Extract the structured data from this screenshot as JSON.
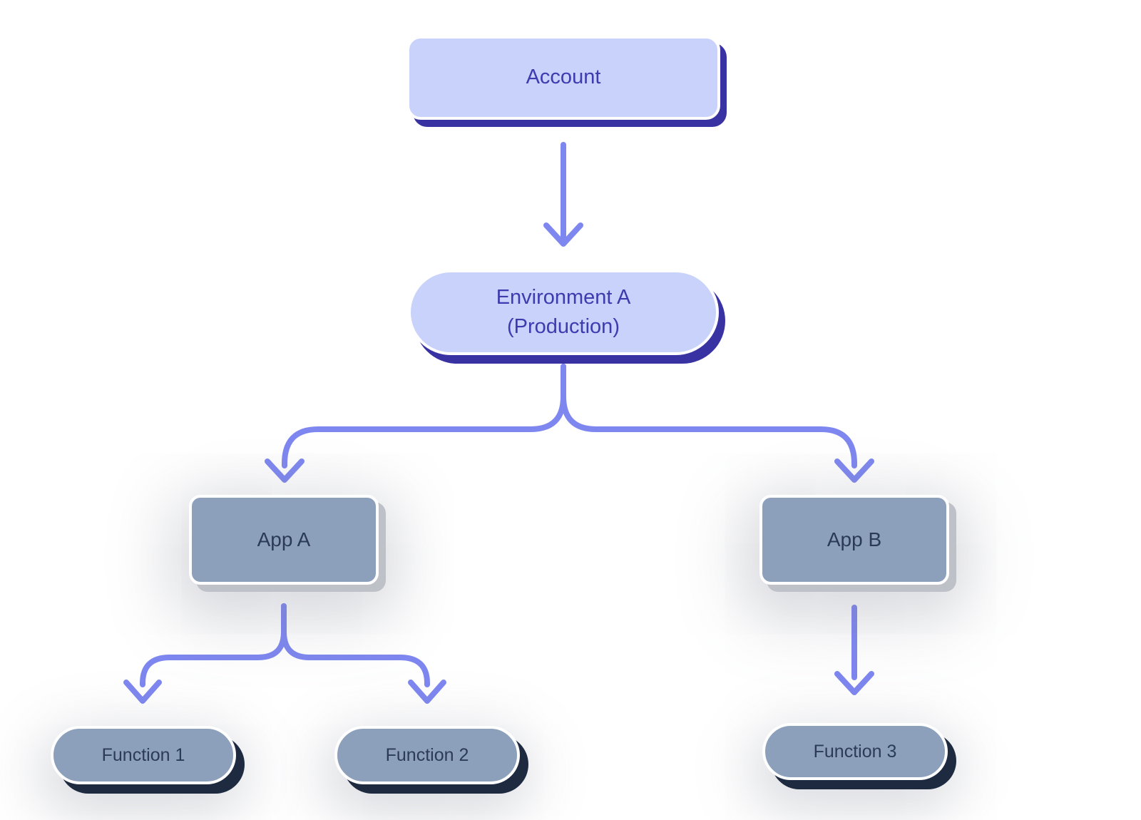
{
  "diagram": {
    "description": "Account environment hierarchy diagram"
  },
  "nodes": {
    "account": {
      "label": "Account"
    },
    "environment": {
      "line1": "Environment A",
      "line2": "(Production)"
    },
    "app_a": {
      "label": "App A"
    },
    "app_b": {
      "label": "App B"
    },
    "function_1": {
      "label": "Function 1"
    },
    "function_2": {
      "label": "Function 2"
    },
    "function_3": {
      "label": "Function 3"
    }
  },
  "edges": [
    {
      "from": "account",
      "to": "environment"
    },
    {
      "from": "environment",
      "to": "app_a"
    },
    {
      "from": "environment",
      "to": "app_b"
    },
    {
      "from": "app_a",
      "to": "function_1"
    },
    {
      "from": "app_a",
      "to": "function_2"
    },
    {
      "from": "app_b",
      "to": "function_3"
    }
  ],
  "colors": {
    "canvas-bg": "#ffffff",
    "primary-fill": "#c8d2fa",
    "primary-shadow": "#3832a2",
    "primary-text": "#3c3bb0",
    "secondary-fill": "#8da0bb",
    "secondary-text": "#2b3b56",
    "secondary-rect-shadow": "#bfc1c9",
    "secondary-pill-shadow": "#1d2a40",
    "arrow": "#7e87f0"
  }
}
